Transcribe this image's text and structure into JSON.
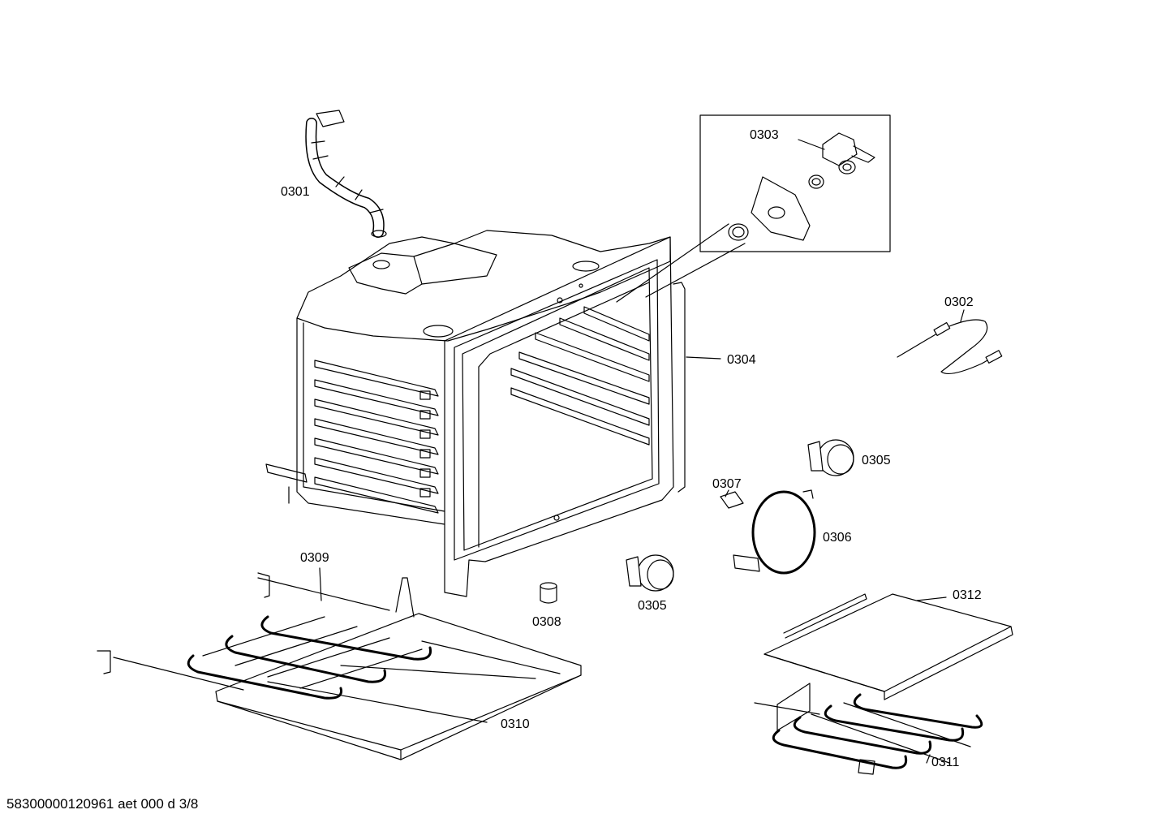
{
  "diagram": {
    "parts": [
      {
        "id": "p0301",
        "label": "0301",
        "part": "pipe"
      },
      {
        "id": "p0302",
        "label": "0302",
        "part": "sensor-probe"
      },
      {
        "id": "p0303",
        "label": "0303",
        "part": "switch-detail"
      },
      {
        "id": "p0304",
        "label": "0304",
        "part": "door-gasket"
      },
      {
        "id": "p0305a",
        "label": "0305",
        "part": "lamp"
      },
      {
        "id": "p0305b",
        "label": "0305",
        "part": "lamp"
      },
      {
        "id": "p0306",
        "label": "0306",
        "part": "ring-heater"
      },
      {
        "id": "p0307",
        "label": "0307",
        "part": "bracket"
      },
      {
        "id": "p0308",
        "label": "0308",
        "part": "cap"
      },
      {
        "id": "p0309",
        "label": "0309",
        "part": "bottom-heater"
      },
      {
        "id": "p0310",
        "label": "0310",
        "part": "base-plate"
      },
      {
        "id": "p0311",
        "label": "0311",
        "part": "top-heater"
      },
      {
        "id": "p0312",
        "label": "0312",
        "part": "cover-plate"
      }
    ]
  },
  "footer": {
    "text": "58300000120961 aet 000 d 3/8"
  }
}
